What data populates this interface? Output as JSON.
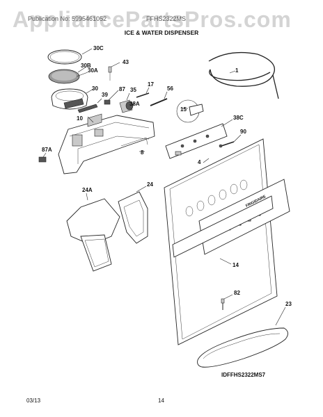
{
  "header": {
    "watermark": "AppliancePartsPros.com",
    "publication": "Publication No: 5995461052",
    "model": "FFHS2322MS"
  },
  "section_title": "ICE & WATER DISPENSER",
  "diagram_id": "IDFFHS2322MS7",
  "footer": {
    "date": "03/13",
    "page": "14"
  },
  "callouts": {
    "c30C": "30C",
    "c30B": "30B",
    "c30A": "30A",
    "c43": "43",
    "c1": "1",
    "c30": "30",
    "c39": "39",
    "c87": "87",
    "c35": "35",
    "c17": "17",
    "c56": "56",
    "c38A": "38A",
    "c15": "15",
    "c10": "10",
    "c38C": "38C",
    "c90": "90",
    "c87A": "87A",
    "c8": "8",
    "c4": "4",
    "c24A": "24A",
    "c24": "24",
    "c14": "14",
    "c82": "82",
    "c23": "23"
  },
  "panel_brand": "FRIGIDAIRE"
}
